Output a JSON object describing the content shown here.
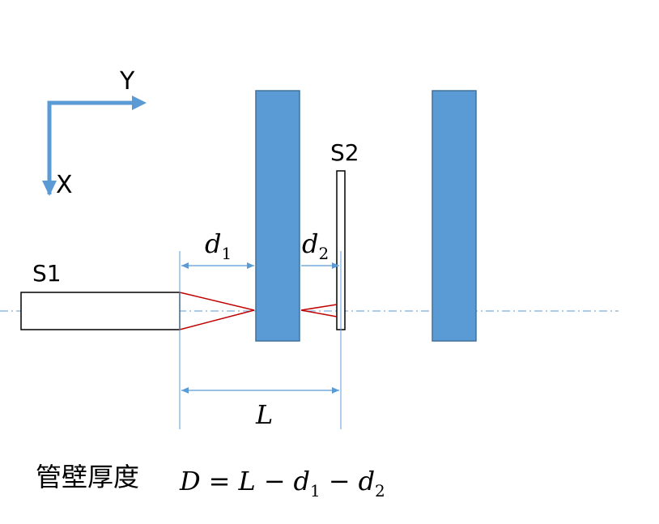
{
  "colors": {
    "wall": "#5b9bd5",
    "wall_edge": "#41719c",
    "axis_arrow": "#5b9bd5",
    "dim_line": "#5b9bd5",
    "beam": "#c00000",
    "centerline": "#5b9bd5",
    "outline": "#000000"
  },
  "axes": {
    "y_label": "Y",
    "x_label": "X"
  },
  "sensors": {
    "s1_label": "S1",
    "s2_label": "S2"
  },
  "dimensions": {
    "d1": {
      "var": "d",
      "sub": "1"
    },
    "d2": {
      "var": "d",
      "sub": "2"
    },
    "L": {
      "var": "L"
    }
  },
  "formula": {
    "caption": "管壁厚度",
    "D": "D",
    "eq": "=",
    "L": "L",
    "minus": "−",
    "d": "d",
    "sub1": "1",
    "sub2": "2"
  }
}
